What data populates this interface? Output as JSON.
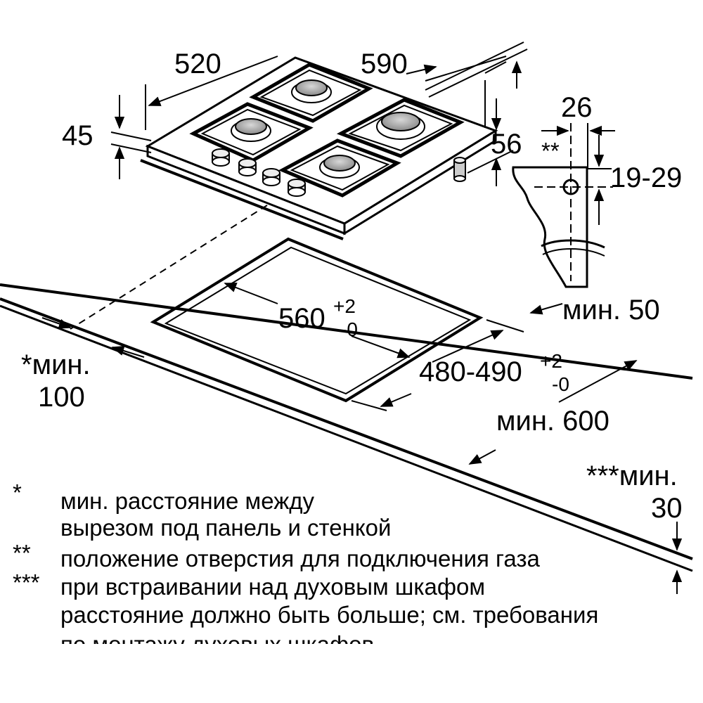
{
  "dimensions": {
    "width_520": "520",
    "width_590": "590",
    "height_45": "45",
    "depth_56": "56",
    "gas_offset_26": "26",
    "gas_marker": "**",
    "gas_height_range": "19-29",
    "cutout_width_base": "560",
    "cutout_width_tol_plus": "+2",
    "cutout_width_tol_minus": "-0",
    "cutout_depth_base": "480-490",
    "cutout_depth_tol_plus": "+2",
    "cutout_depth_tol_minus": "-0",
    "back_clearance": "мин. 50",
    "worktop_depth": "мин. 600",
    "side_clearance_line1": "*мин.",
    "side_clearance_line2": "100",
    "worktop_thickness_line1": "***мин.",
    "worktop_thickness_line2": "30"
  },
  "notes": [
    {
      "marker": "*",
      "lines": [
        "мин. расстояние между",
        "вырезом под панель и стенкой"
      ]
    },
    {
      "marker": "**",
      "lines": [
        "положение отверстия для подключения газа"
      ]
    },
    {
      "marker": "***",
      "lines": [
        "при встраивании над духовым шкафом",
        "расстояние должно быть больше; см. требования",
        "по монтажу духовых шкафов"
      ]
    }
  ]
}
